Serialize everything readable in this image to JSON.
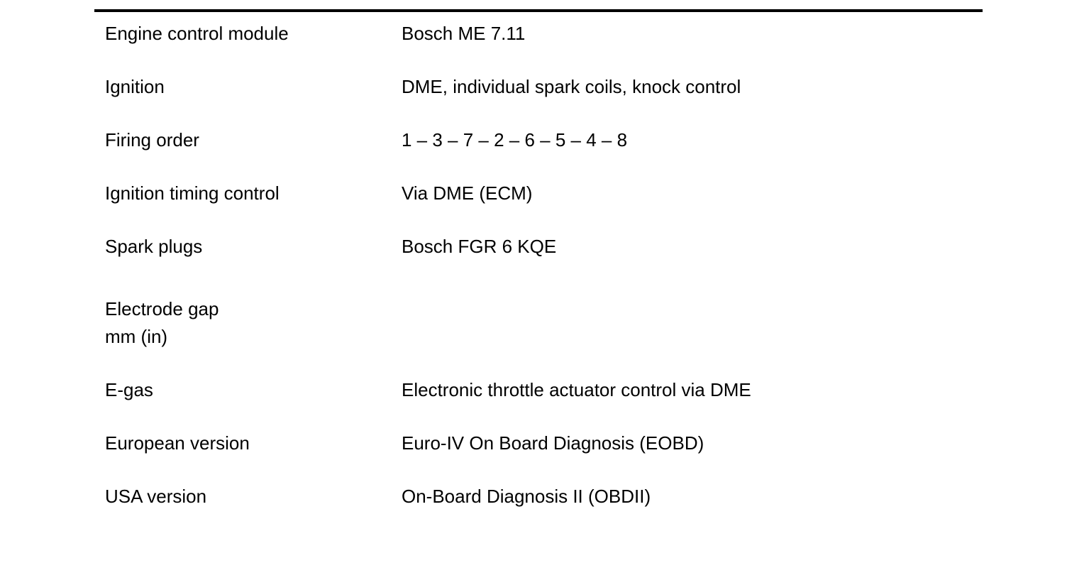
{
  "page": {
    "background_color": "#ffffff",
    "text_color": "#000000",
    "rule_color": "#000000"
  },
  "spec_table": {
    "rows": [
      {
        "label": "Engine control module",
        "value": "Bosch ME 7.11"
      },
      {
        "label": "Ignition",
        "value": "DME, individual spark coils, knock control"
      },
      {
        "label": "Firing order",
        "value": "1 – 3 – 7 – 2 – 6 – 5 – 4 – 8"
      },
      {
        "label": "Ignition timing control",
        "value": "Via DME (ECM)"
      },
      {
        "label": "Spark plugs",
        "value": "Bosch FGR 6 KQE"
      },
      {
        "label": "Electrode gap\nmm (in)",
        "value": ""
      },
      {
        "label": "E-gas",
        "value": "Electronic throttle actuator control via DME"
      },
      {
        "label": "European version",
        "value": "Euro-IV On Board Diagnosis (EOBD)"
      },
      {
        "label": "USA version",
        "value": "On-Board Diagnosis II (OBDII)"
      }
    ]
  }
}
